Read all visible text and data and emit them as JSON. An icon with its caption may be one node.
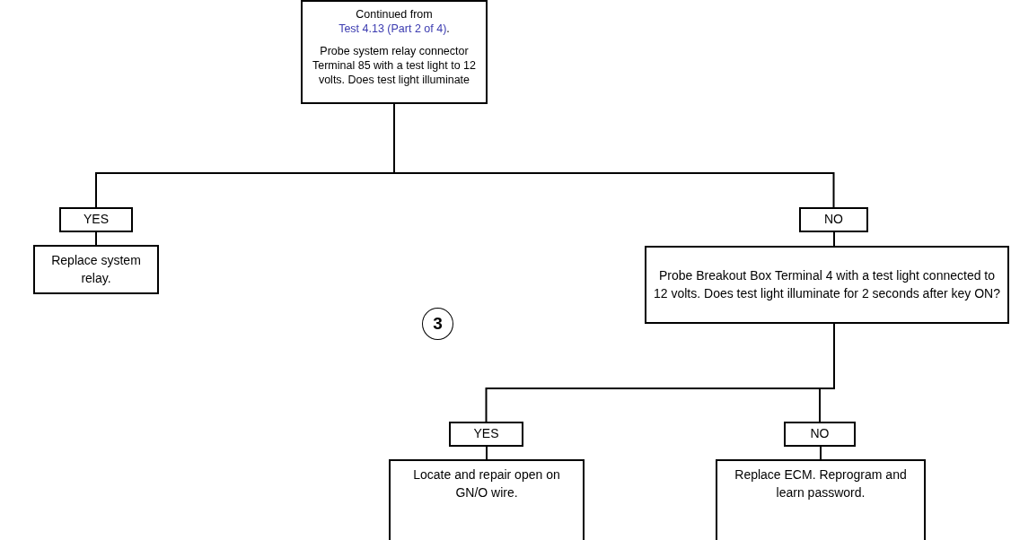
{
  "diagram": {
    "nodes": [
      {
        "text": [
          "Continued from *Test 4.13 (Part 2 of 4)*.",
          "Probe system relay connector Terminal 85 with a test light to 12 volts. Does test light illuminate"
        ]
      },
      {
        "text": [
          "YES"
        ]
      },
      {
        "text": [
          "NO"
        ]
      },
      {
        "text": [
          "Replace system relay."
        ]
      },
      {
        "text": [
          "3"
        ]
      },
      {
        "text": [
          "Probe Breakout Box Terminal 4 with a test light connected to 12 volts. Does test light illuminate for 2 seconds after key ON?"
        ]
      },
      {
        "text": [
          "YES"
        ]
      },
      {
        "text": [
          "NO"
        ]
      },
      {
        "text": [
          "Locate and repair open on GN/O wire."
        ]
      },
      {
        "text": [
          "Replace ECM. Reprogram and learn password."
        ]
      }
    ],
    "edges": [
      {
        "from": 0,
        "to": 1,
        "arrow": "none"
      },
      {
        "from": 0,
        "to": 2,
        "arrow": "none"
      },
      {
        "from": 1,
        "to": 3,
        "arrow": "none"
      },
      {
        "from": 2,
        "to": 5,
        "arrow": "none"
      },
      {
        "from": 5,
        "to": 6,
        "arrow": "none"
      },
      {
        "from": 5,
        "to": 7,
        "arrow": "none"
      },
      {
        "from": 6,
        "to": 8,
        "arrow": "none"
      },
      {
        "from": 7,
        "to": 9,
        "arrow": "none"
      }
    ]
  }
}
